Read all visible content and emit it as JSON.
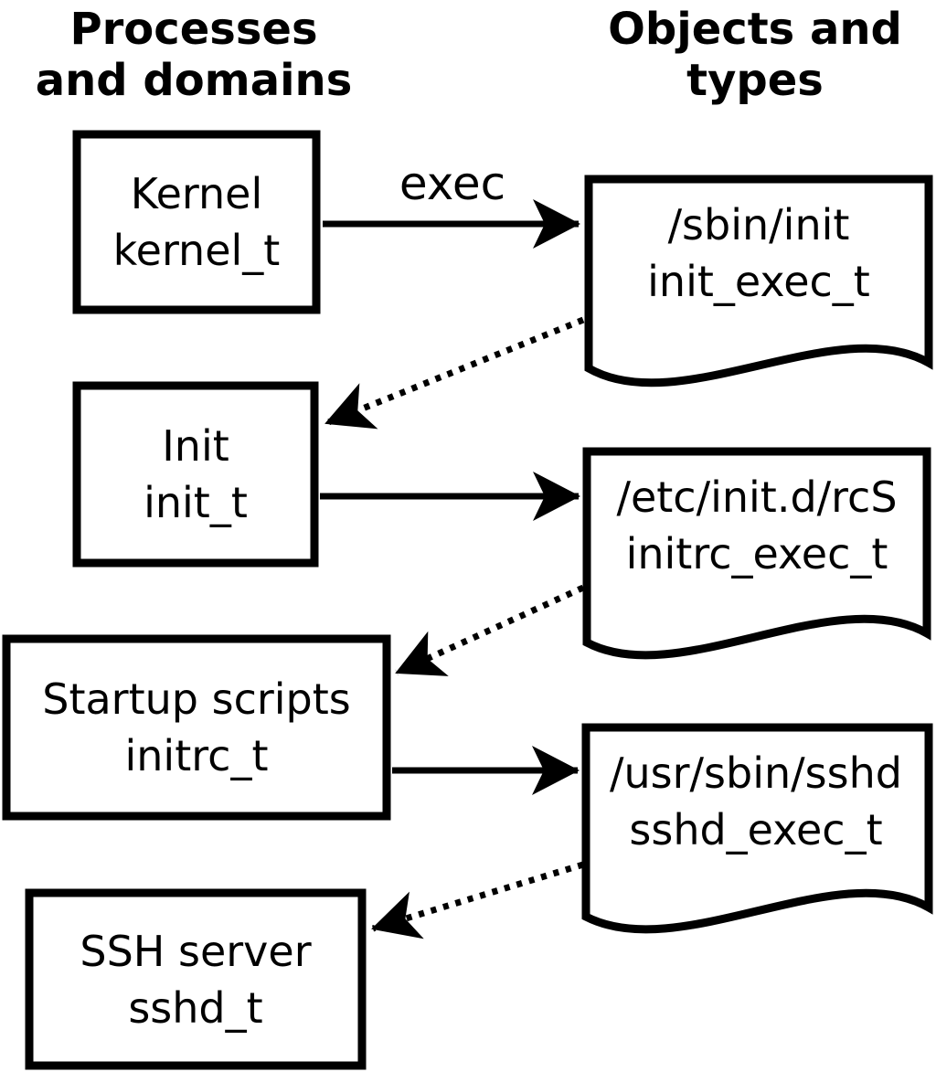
{
  "diagram": {
    "title_left": {
      "line1": "Processes",
      "line2": "and domains"
    },
    "title_right": {
      "line1": "Objects and",
      "line2": "types"
    },
    "arrow_label_exec": "exec",
    "processes": [
      {
        "name": "Kernel",
        "type": "kernel_t"
      },
      {
        "name": "Init",
        "type": "init_t"
      },
      {
        "name": "Startup scripts",
        "type": "initrc_t"
      },
      {
        "name": "SSH server",
        "type": "sshd_t"
      }
    ],
    "objects": [
      {
        "path": "/sbin/init",
        "type": "init_exec_t"
      },
      {
        "path": "/etc/init.d/rcS",
        "type": "initrc_exec_t"
      },
      {
        "path": "/usr/sbin/sshd",
        "type": "sshd_exec_t"
      }
    ],
    "colors": {
      "stroke": "#000000",
      "background": "#ffffff"
    }
  }
}
